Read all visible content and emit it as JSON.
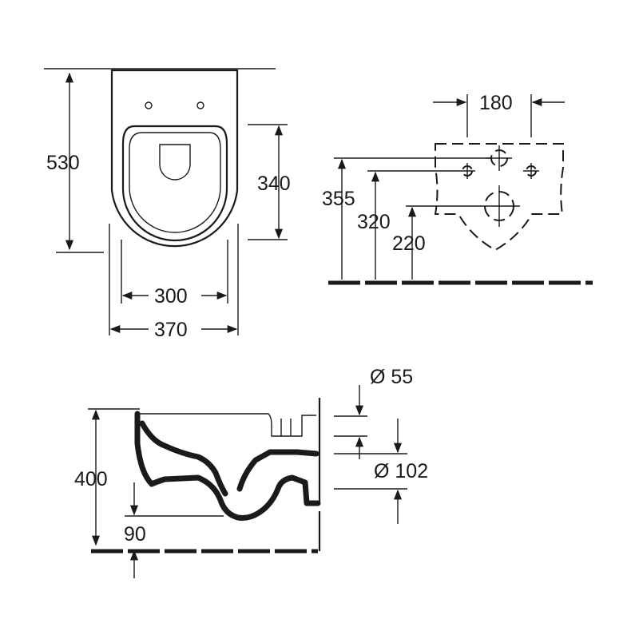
{
  "top_view": {
    "height": "530",
    "seat_depth": "340",
    "seat_width": "300",
    "overall_width": "370"
  },
  "wall_mount": {
    "bolt_spacing": "180",
    "height_355": "355",
    "height_320": "320",
    "height_220": "220"
  },
  "side_view": {
    "waste_diameter": "Ø 55",
    "outlet_diameter": "Ø 102",
    "rim_height": "400",
    "floor_gap": "90"
  }
}
